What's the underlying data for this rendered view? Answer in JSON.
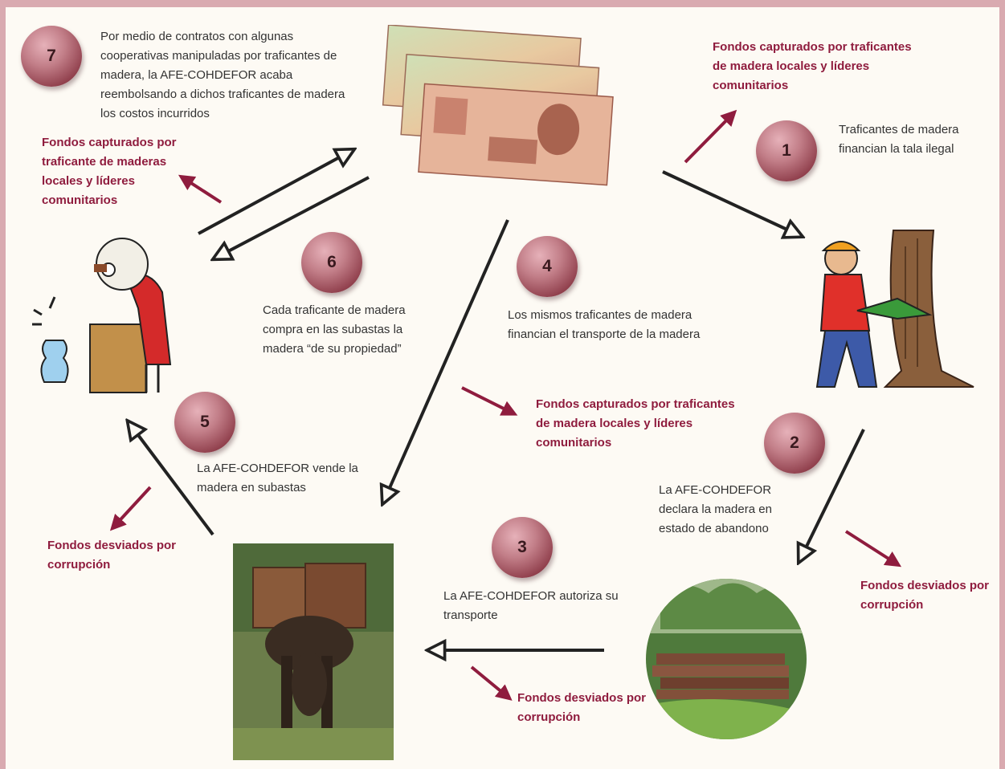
{
  "steps": {
    "s1": {
      "number": "1",
      "text": "Traficantes de madera financian la tala ilegal"
    },
    "s2": {
      "number": "2",
      "text": "La AFE-COHDEFOR declara la madera en estado de abandono"
    },
    "s3": {
      "number": "3",
      "text": "La AFE-COHDEFOR autoriza su transporte"
    },
    "s4": {
      "number": "4",
      "text": "Los mismos traficantes de madera financian el transporte de la madera"
    },
    "s5": {
      "number": "5",
      "text": "La AFE-COHDEFOR vende la madera en subastas"
    },
    "s6": {
      "number": "6",
      "text": "Cada traficante de madera compra en las subastas la madera “de su propiedad”"
    },
    "s7": {
      "number": "7",
      "text": "Por medio de contratos con algunas cooperativas manipuladas por traficantes de madera, la AFE-COHDEFOR acaba reembolsando a dichos traficantes de madera los costos incurridos"
    }
  },
  "flows": {
    "captured_top_right": "Fondos capturados por traficantes de madera locales y líderes comunitarios",
    "captured_left": "Fondos capturados por traficante de maderas locales y líderes comunitarios",
    "captured_center": "Fondos capturados por traficantes de madera locales y líderes comunitarios",
    "diverted_left": "Fondos desviados por corrupción",
    "diverted_right": "Fondos desviados por corrupción",
    "diverted_bottom": "Fondos desviados por corrupción"
  },
  "colors": {
    "accent": "#8f1c3e",
    "background": "#fdfaf4",
    "frame": "#d9aab0"
  }
}
